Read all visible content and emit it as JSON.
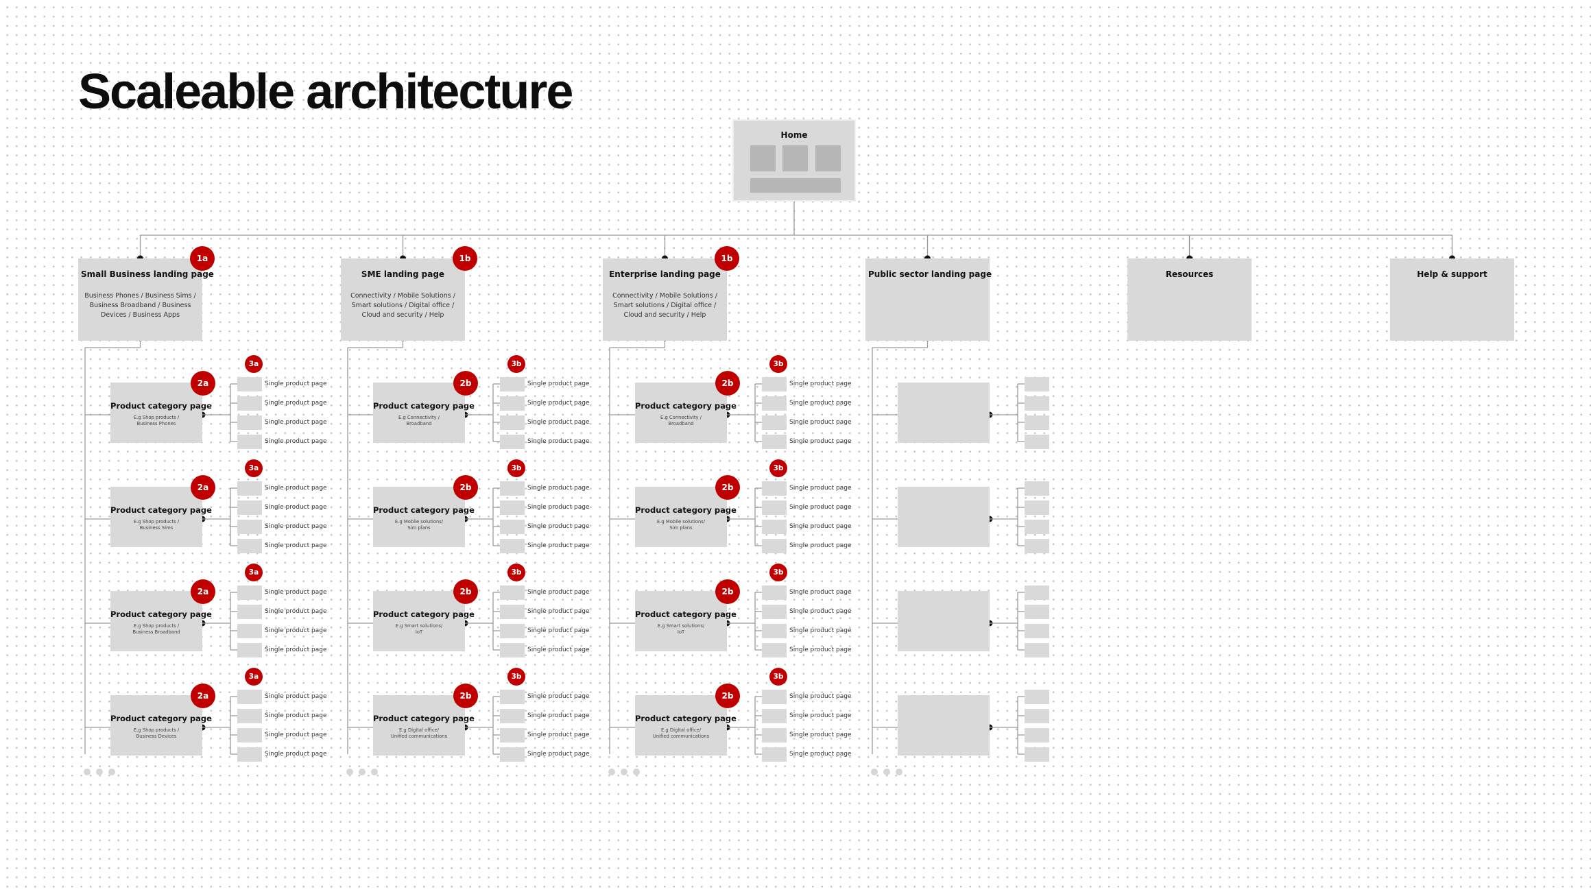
{
  "title": "Scaleable architecture",
  "home": {
    "label": "Home"
  },
  "product_label": "Single product page",
  "category_title": "Product category page",
  "columns": [
    {
      "id": "small-business",
      "title": "Small Business landing page",
      "badge": "1a",
      "description": "Business Phones / Business Sims / Business Broadband / Business Devices / Business Apps",
      "cat_badge": "2a",
      "prod_badge": "3a",
      "categories": [
        "E.g Shop products /\nBusiness Phones",
        "E.g Shop products /\nBusiness Sims",
        "E.g Shop products /\nBusiness Broadband",
        "E.g Shop products /\nBusiness Devices"
      ]
    },
    {
      "id": "sme",
      "title": "SME landing page",
      "badge": "1b",
      "description": "Connectivity / Mobile Solutions / Smart solutions / Digital office / Cloud and security / Help",
      "cat_badge": "2b",
      "prod_badge": "3b",
      "categories": [
        "E.g Connectivity /\nBroadband",
        "E.g Mobile solutions/\nSim plans",
        "E.g Smart solutions/\nIoT",
        "E.g Digital office/\nUnified communications"
      ]
    },
    {
      "id": "enterprise",
      "title": "Enterprise landing page",
      "badge": "1b",
      "description": "Connectivity / Mobile Solutions / Smart solutions / Digital office / Cloud and security / Help",
      "cat_badge": "2b",
      "prod_badge": "3b",
      "categories": [
        "E.g Connectivity /\nBroadband",
        "E.g Mobile solutions/\nSim plans",
        "E.g Smart solutions/\nIoT",
        "E.g Digital office/\nUnified communications"
      ]
    },
    {
      "id": "public-sector",
      "title": "Public sector landing page",
      "badge": "",
      "description": "",
      "cat_badge": "",
      "prod_badge": "",
      "categories": [
        "",
        "",
        "",
        ""
      ]
    },
    {
      "id": "resources",
      "title": "Resources",
      "badge": "",
      "description": "",
      "categories": []
    },
    {
      "id": "help-support",
      "title": "Help & support",
      "badge": "",
      "description": "",
      "categories": []
    }
  ],
  "colors": {
    "badge": "#c00000",
    "box": "#d9d9d9",
    "line": "#9a9a9a",
    "node": "#111111",
    "tile": "#b6b6b6"
  }
}
